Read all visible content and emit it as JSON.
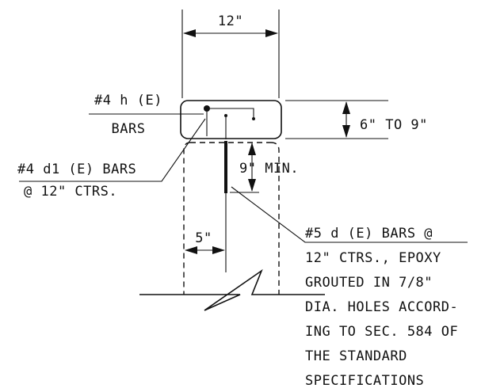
{
  "dimensions": {
    "width_label": "12\"",
    "depth_label": "6\" TO 9\"",
    "embed_label": "9\" MIN.",
    "offset_label": "5\""
  },
  "callouts": {
    "h_bars": [
      "#4 h (E)",
      "BARS"
    ],
    "d1_bars": [
      "#4 d1 (E) BARS",
      "@ 12\" CTRS."
    ],
    "d_bars": [
      "#5 d (E) BARS @",
      "12\" CTRS., EPOXY",
      "GROUTED IN 7/8\"",
      "DIA. HOLES ACCORD-",
      "ING TO SEC. 584 OF",
      "THE STANDARD",
      "SPECIFICATIONS"
    ]
  }
}
